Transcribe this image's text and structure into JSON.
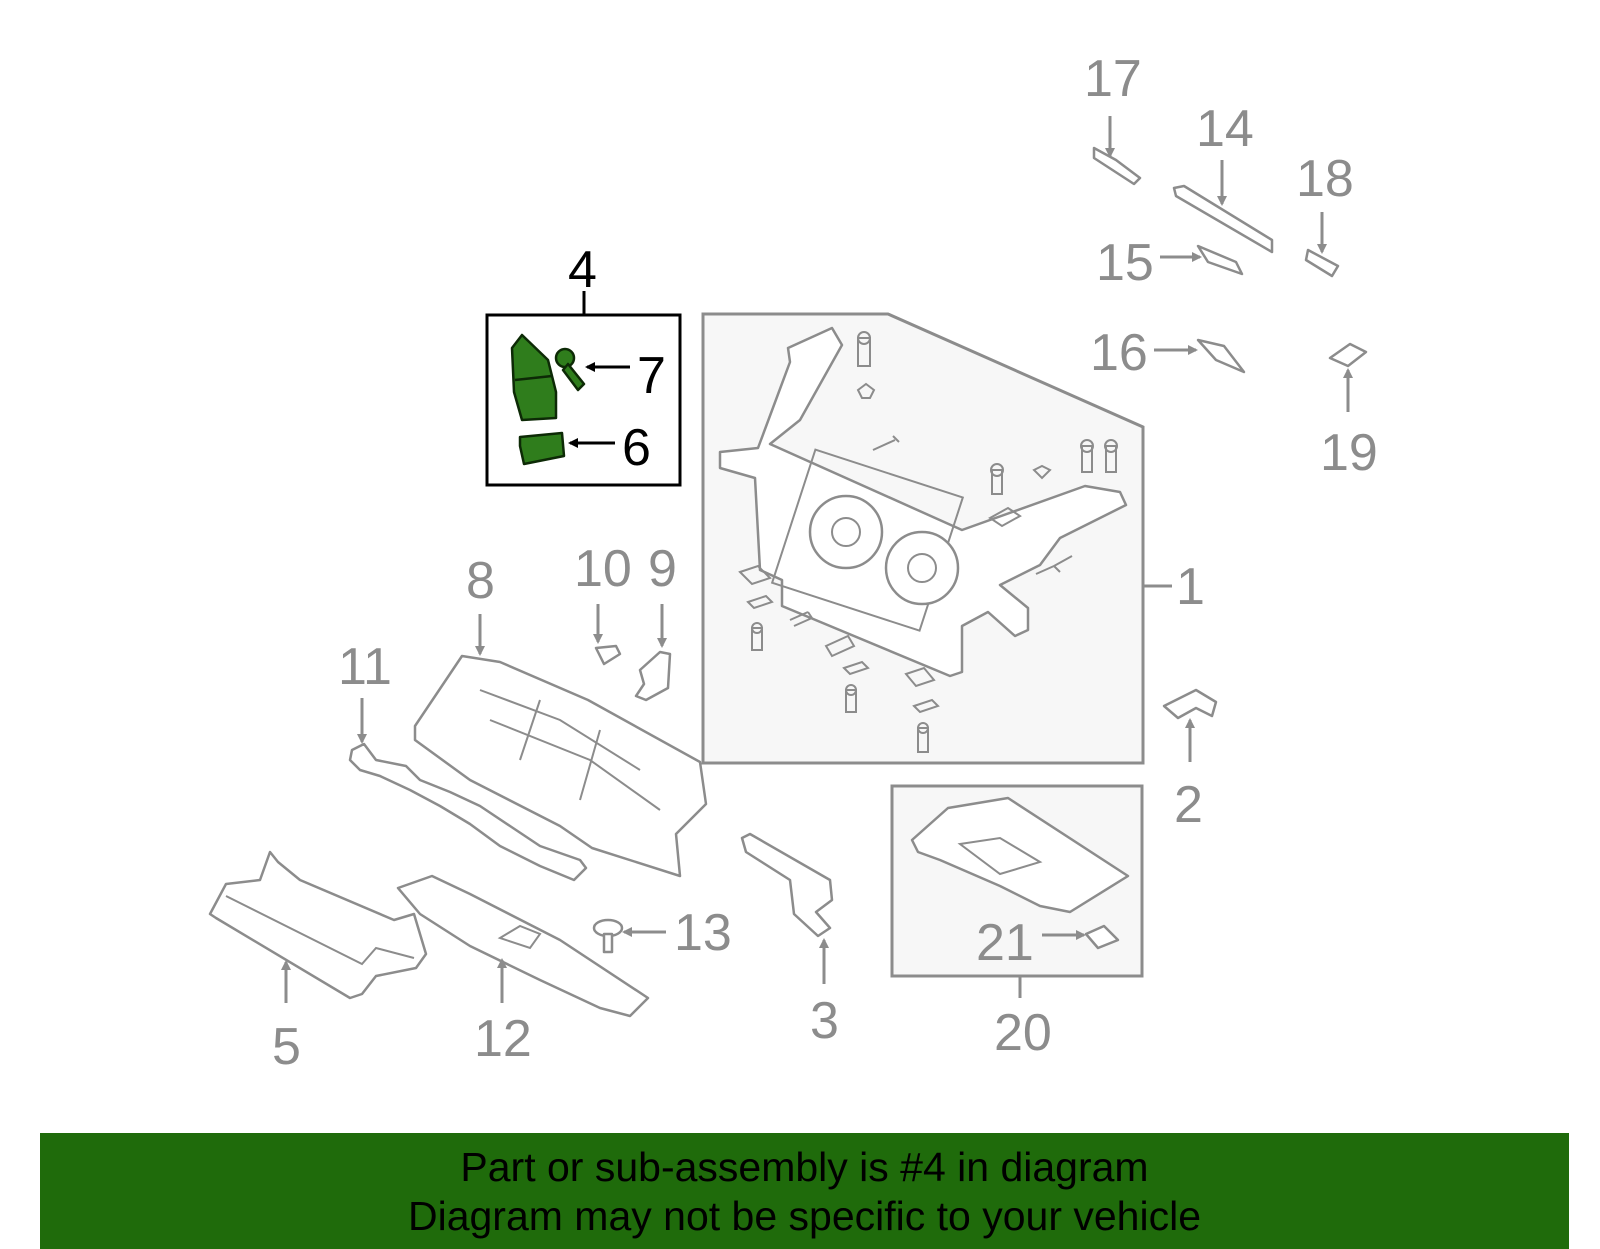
{
  "callouts": {
    "c1": "1",
    "c2": "2",
    "c3": "3",
    "c4": "4",
    "c5": "5",
    "c6": "6",
    "c7": "7",
    "c8": "8",
    "c9": "9",
    "c10": "10",
    "c11": "11",
    "c12": "12",
    "c13": "13",
    "c14": "14",
    "c15": "15",
    "c16": "16",
    "c17": "17",
    "c18": "18",
    "c19": "19",
    "c20": "20",
    "c21": "21"
  },
  "colors": {
    "highlight_part": "#2f7d1c",
    "banner_background": "#1f6b0b",
    "part_lines": "#8c8c8c"
  },
  "banner": {
    "line1": "Part or sub-assembly is #4 in diagram",
    "line2": "Diagram may not be specific to your vehicle"
  }
}
